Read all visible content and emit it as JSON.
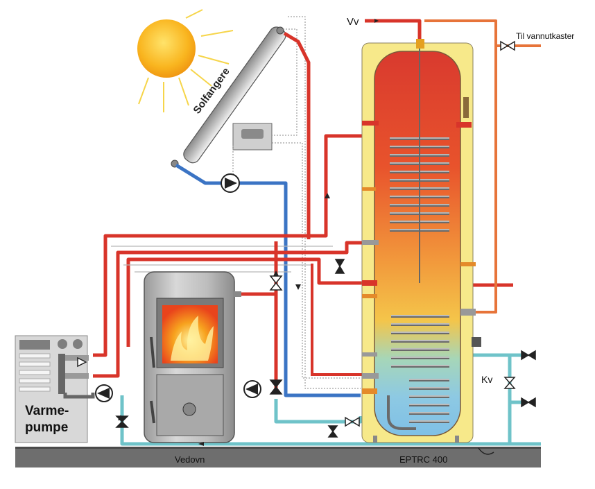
{
  "labels": {
    "hot_water_out": "Vv",
    "to_tap": "Til vannutkaster",
    "solar_collector": "Solfangere",
    "cold_water_in": "Kv",
    "heat_pump_line1": "Varme-",
    "heat_pump_line2": "pumpe",
    "wood_stove": "Vedovn",
    "tank_model": "EPTRC 400"
  },
  "colors": {
    "hot_pipe": "#d8342a",
    "cold_pipe": "#3b74c4",
    "supply_pipe": "#6fc3c9",
    "tank_jacket": "#f7e98a",
    "sun": "#f6b21e"
  }
}
